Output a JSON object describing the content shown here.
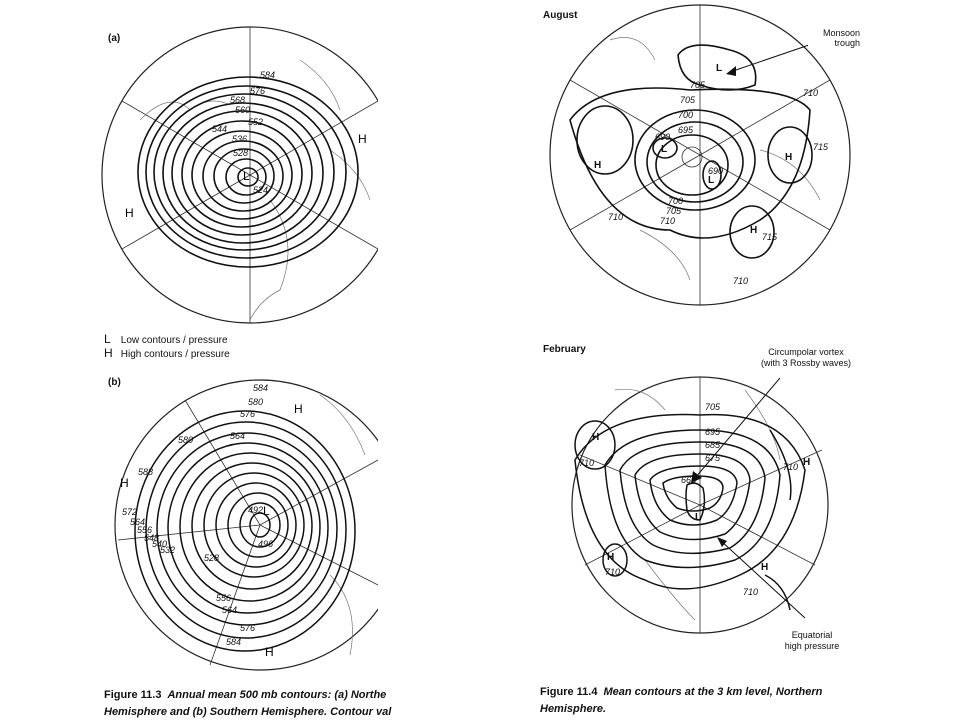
{
  "figure_11_3": {
    "panel_a": {
      "label": "(a)",
      "contour_labels": [
        "584",
        "576",
        "568",
        "560",
        "552",
        "544",
        "536",
        "528",
        "L",
        "524"
      ],
      "highs": [
        "H",
        "H"
      ]
    },
    "legend": {
      "low_symbol": "L",
      "low_text": "Low contours / pressure",
      "high_symbol": "H",
      "high_text": "High contours / pressure"
    },
    "panel_b": {
      "label": "(b)",
      "contour_labels": [
        "584",
        "580",
        "576",
        "564",
        "580",
        "588",
        "572",
        "564",
        "556",
        "548",
        "540",
        "532",
        "528",
        "496",
        "492",
        "556",
        "564",
        "576",
        "584"
      ],
      "highs": [
        "H",
        "H",
        "H"
      ],
      "low": "L"
    },
    "caption": {
      "number": "Figure 11.3",
      "line1": "Annual mean 500 mb contours: (a) Northe",
      "line2": "Hemisphere and (b) Southern Hemisphere. Contour val"
    }
  },
  "figure_11_4": {
    "august": {
      "title": "August",
      "annotation": "Monsoon trough",
      "contour_labels": [
        "705",
        "710",
        "705",
        "700",
        "695",
        "690",
        "690",
        "700",
        "705",
        "710",
        "715",
        "710",
        "715",
        "710"
      ],
      "highs": [
        "H",
        "H",
        "H"
      ],
      "lows": [
        "L",
        "L",
        "L"
      ]
    },
    "february": {
      "title": "February",
      "annotation_top": "Circumpolar vortex (with 3 Rossby waves)",
      "annotation_bottom": "Equatorial high pressure",
      "contour_labels": [
        "705",
        "695",
        "685",
        "675",
        "665",
        "710",
        "710",
        "710",
        "710"
      ],
      "highs": [
        "H",
        "H",
        "H",
        "H"
      ],
      "lows": [
        "L"
      ]
    },
    "caption": {
      "number": "Figure 11.4",
      "line1": "Mean contours at the 3 km level, Northern",
      "line2": "Hemisphere."
    }
  }
}
